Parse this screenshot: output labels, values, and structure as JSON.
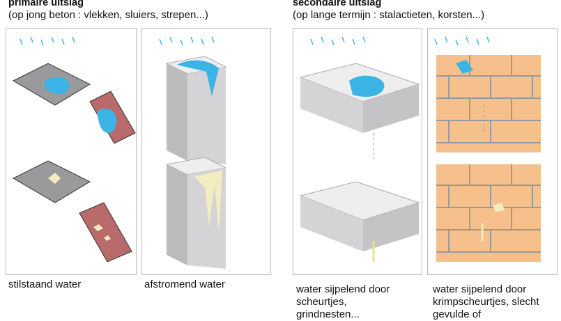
{
  "primary": {
    "title": "primaire uitslag",
    "subtitle": "(op jong beton : vlekken, sluiers, strepen...)"
  },
  "secondary": {
    "title": "secondaire uitslag",
    "subtitle": "(op lange termijn : stalactieten, korsten...)"
  },
  "captions": [
    "stilstaand water",
    "afstromend water",
    "water sijpelend door scheurtjes, grindnesten...",
    "water sijpelend door krimpscheurtjes, slecht gevulde of"
  ],
  "colors": {
    "water": "#3bb4e5",
    "salt": "#f3ecc0",
    "brick": "#f5c08c",
    "tile": "#b96a6a",
    "concrete": "#d4d4d6"
  }
}
